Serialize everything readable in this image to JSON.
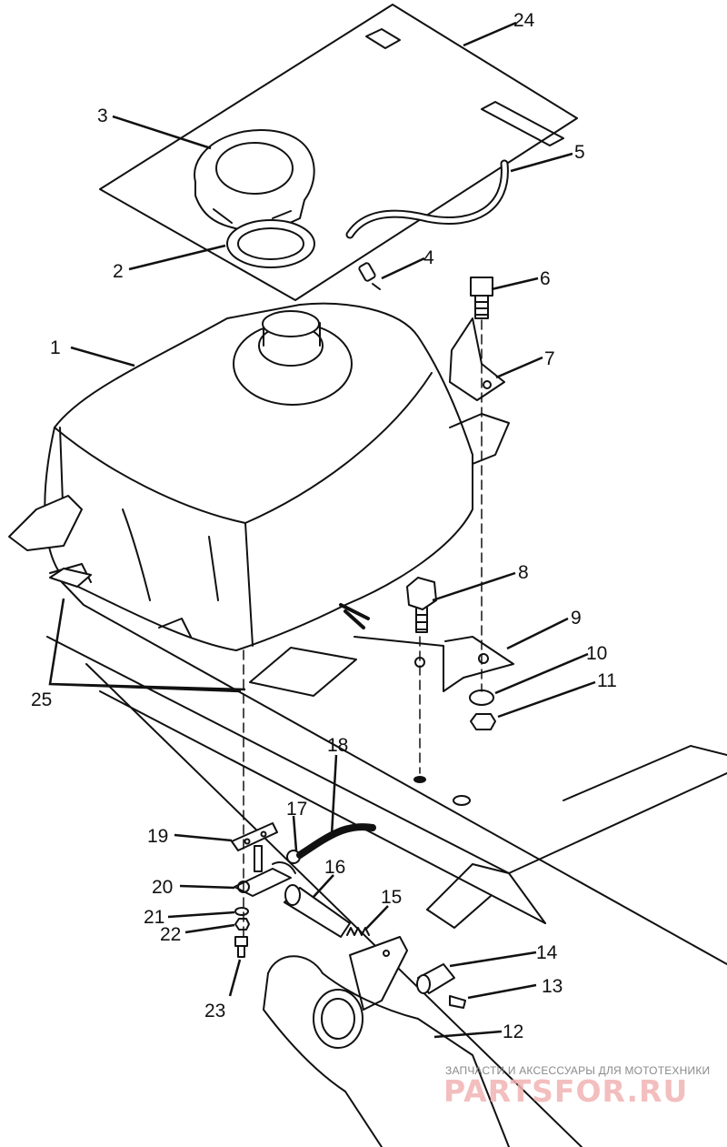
{
  "callouts": {
    "c1": "1",
    "c2": "2",
    "c3": "3",
    "c4": "4",
    "c5": "5",
    "c6": "6",
    "c7": "7",
    "c8": "8",
    "c9": "9",
    "c10": "10",
    "c11": "11",
    "c12": "12",
    "c13": "13",
    "c14": "14",
    "c15": "15",
    "c16": "16",
    "c17": "17",
    "c18": "18",
    "c19": "19",
    "c20": "20",
    "c21": "21",
    "c22": "22",
    "c23": "23",
    "c24": "24",
    "c25": "25"
  },
  "watermark": {
    "tagline": "ЗАПЧАСТИ И АКСЕССУАРЫ ДЛЯ МОТОТЕХНИКИ",
    "logo": "PARTSFOR.RU"
  },
  "colors": {
    "line": "#111111",
    "watermark_logo": "#f2b3b3",
    "watermark_text": "#8a8a8a"
  }
}
